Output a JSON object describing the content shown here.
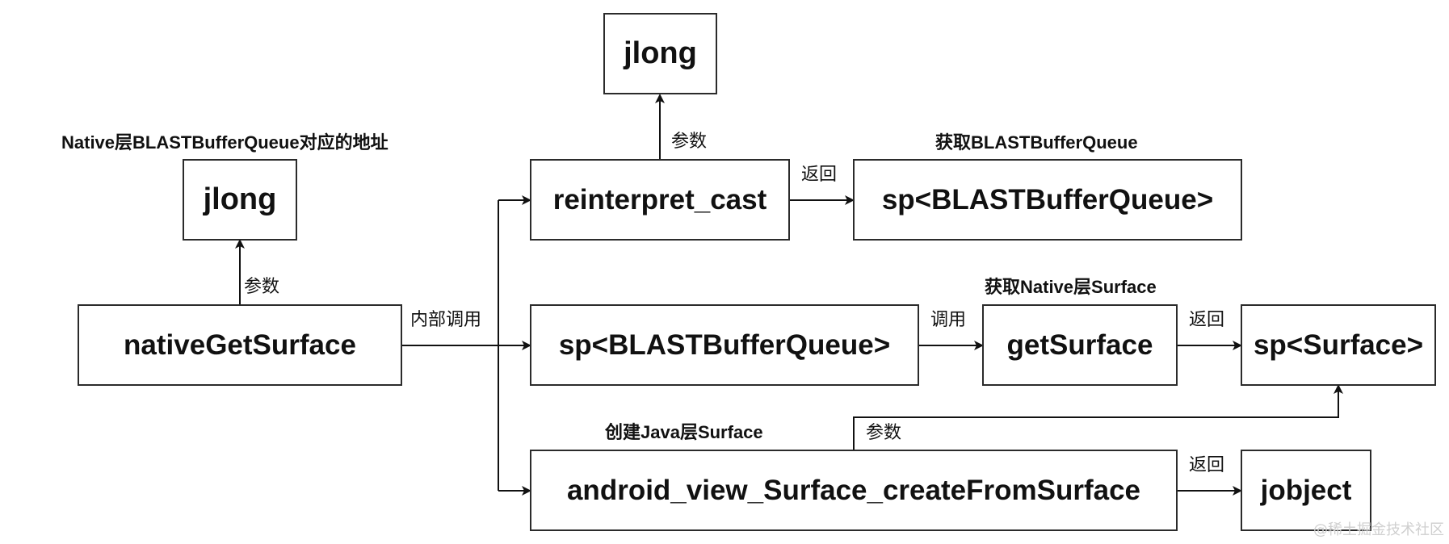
{
  "nodes": {
    "native_get_surface": "nativeGetSurface",
    "jlong_left": "jlong",
    "jlong_top": "jlong",
    "reinterpret_cast": "reinterpret_cast",
    "sp_bbq_top": "sp<BLASTBufferQueue>",
    "sp_bbq_mid": "sp<BLASTBufferQueue>",
    "get_surface": "getSurface",
    "sp_surface": "sp<Surface>",
    "create_from_surface": "android_view_Surface_createFromSurface",
    "jobject": "jobject"
  },
  "labels": {
    "native_bbq_address": "Native层BLASTBufferQueue对应的地址",
    "get_bbq": "获取BLASTBufferQueue",
    "get_native_surface": "获取Native层Surface",
    "create_java_surface": "创建Java层Surface",
    "param_left": "参数",
    "param_top": "参数",
    "param_bottom": "参数",
    "internal_call": "内部调用",
    "return_top": "返回",
    "call_mid": "调用",
    "return_mid": "返回",
    "return_bottom": "返回"
  },
  "watermark": "@稀土掘金技术社区"
}
